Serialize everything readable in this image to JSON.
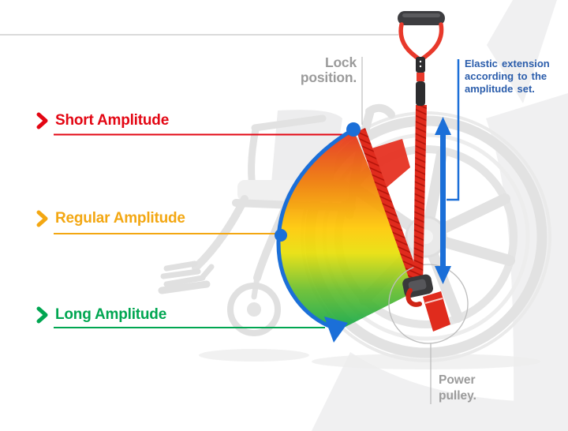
{
  "diagram": {
    "amplitudes": [
      {
        "label": "Short Amplitude",
        "color": "#e30613"
      },
      {
        "label": "Regular Amplitude",
        "color": "#f3a712"
      },
      {
        "label": "Long Amplitude",
        "color": "#00a651"
      }
    ],
    "lock_label": {
      "line1": "Lock",
      "line2": "position."
    },
    "elastic_label": {
      "line1": "Elastic extension",
      "line2": "according to the",
      "line3": "amplitude set."
    },
    "power_label": {
      "line1": "Power",
      "line2": "pulley."
    },
    "icons": {
      "chevron": "chevron-right-icon",
      "extension_arrow": "double-vertical-arrow-icon",
      "fan_bottom_arrow": "arc-arrowhead-icon"
    },
    "colors": {
      "short_red": "#e30613",
      "regular_amber": "#f3a712",
      "long_green": "#00a651",
      "annotation_blue_text": "#2b5dab",
      "arrow_blue": "#1b6fd8",
      "muted_grey_text": "#9b9b9b",
      "fan_gradient_top_to_bottom": [
        "#e52a1a",
        "#f07c04",
        "#fec802",
        "#66bd2b",
        "#00a44f"
      ]
    }
  }
}
